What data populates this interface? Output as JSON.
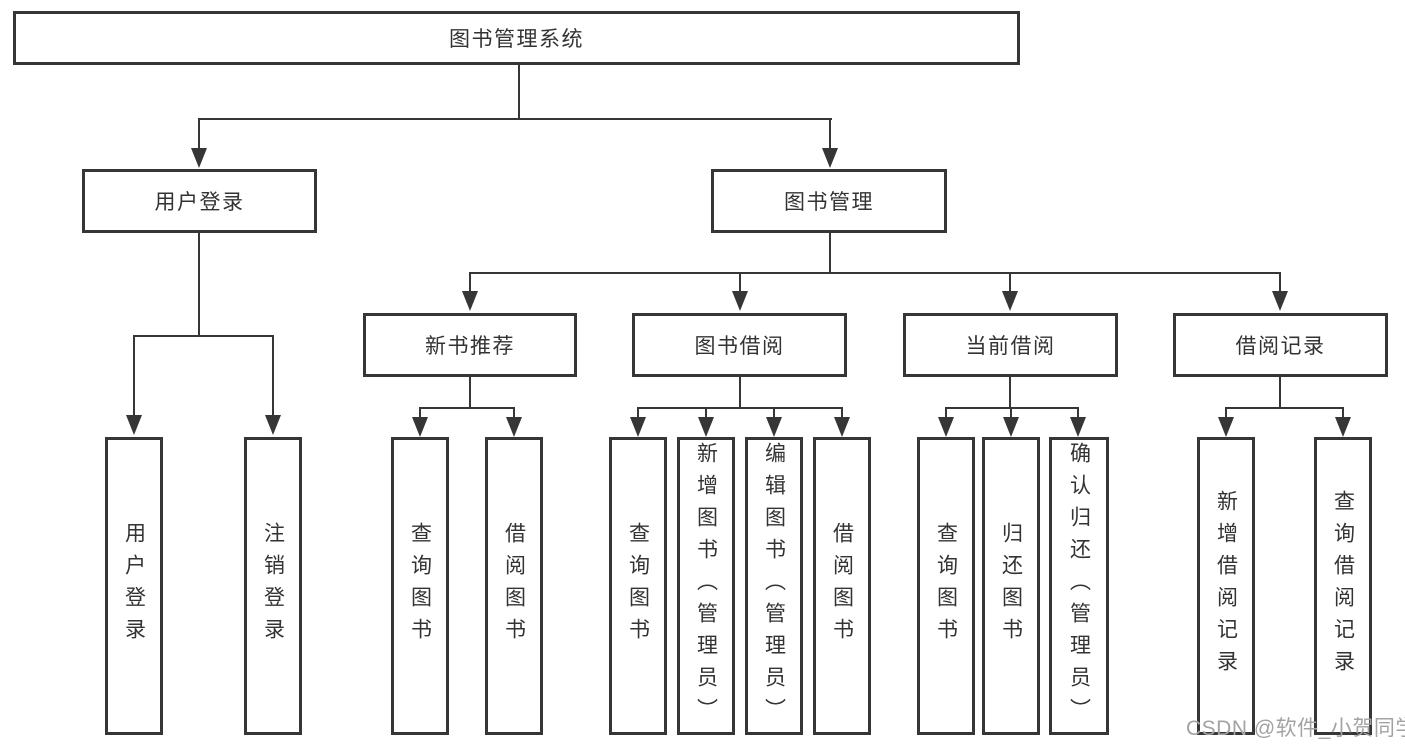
{
  "diagram": {
    "root": {
      "label": "图书管理系统"
    },
    "level2": [
      {
        "label": "用户登录"
      },
      {
        "label": "图书管理"
      }
    ],
    "level3": [
      {
        "label": "新书推荐"
      },
      {
        "label": "图书借阅"
      },
      {
        "label": "当前借阅"
      },
      {
        "label": "借阅记录"
      }
    ],
    "leaves": {
      "user_login": [
        {
          "label": "用户登录"
        },
        {
          "label": "注销登录"
        }
      ],
      "new_book_recommend": [
        {
          "label": "查询图书"
        },
        {
          "label": "借阅图书"
        }
      ],
      "book_borrow": [
        {
          "label": "查询图书"
        },
        {
          "label": "新增图书（管理员）"
        },
        {
          "label": "编辑图书（管理员）"
        },
        {
          "label": "借阅图书"
        }
      ],
      "current_borrow": [
        {
          "label": "查询图书"
        },
        {
          "label": "归还图书"
        },
        {
          "label": "确认归还（管理员）"
        }
      ],
      "borrow_records": [
        {
          "label": "新增借阅记录"
        },
        {
          "label": "查询借阅记录"
        }
      ]
    }
  },
  "watermark": {
    "text": "CSDN @软件_小贺同学"
  },
  "colors": {
    "line": "#363636",
    "text": "#333333",
    "background": "#ffffff",
    "watermark": "#a3a3a3"
  }
}
